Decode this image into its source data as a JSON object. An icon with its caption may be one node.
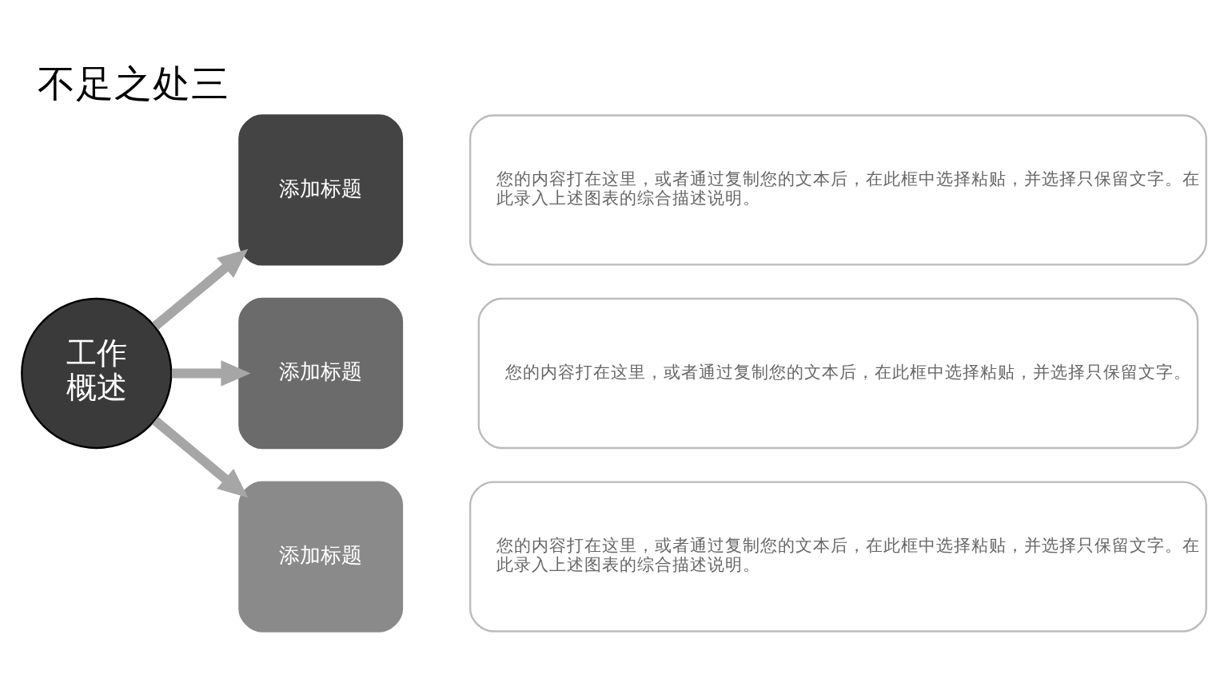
{
  "diagram": {
    "title": "不足之处三",
    "nodes": [
      {
        "text": [
          "工作概述"
        ]
      },
      {
        "text": [
          "添加标题"
        ]
      },
      {
        "text": [
          "您的内容打在这里，或者通过复制您的文本后，在此框中选择粘贴，并选择只保留文字。在此录入上述图表的综合描述说明。"
        ]
      },
      {
        "text": [
          "添加标题"
        ]
      },
      {
        "text": [
          "您的内容打在这里，或者通过复制您的文本后，在此框中选择粘贴，并选择只保留文字。"
        ]
      },
      {
        "text": [
          "添加标题"
        ]
      },
      {
        "text": [
          "您的内容打在这里，或者通过复制您的文本后，在此框中选择粘贴，并选择只保留文字。在此录入上述图表的综合描述说明。"
        ]
      }
    ],
    "edges": [
      {
        "from": 0,
        "to": 1,
        "arrow": "to"
      },
      {
        "from": 0,
        "to": 3,
        "arrow": "to"
      },
      {
        "from": 0,
        "to": 5,
        "arrow": "to"
      }
    ]
  }
}
